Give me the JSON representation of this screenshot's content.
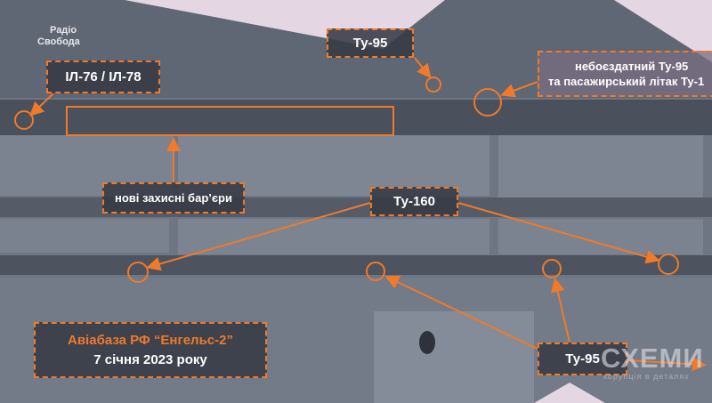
{
  "logo": {
    "line1": "Радіо",
    "line2": "Свобода"
  },
  "watermark": {
    "name": "СХЕМИ",
    "tagline": "корупція в деталях"
  },
  "labels": {
    "il": "ІЛ-76 / ІЛ-78",
    "tu95_top": "Ту-95",
    "broken_line1": "небоєздатний Ту-95",
    "broken_line2": "та пасажирський літак Ту-1",
    "barriers": "нові захисні бар’єри",
    "tu160": "Ту-160",
    "tu95_bottom": "Ту-95"
  },
  "title": {
    "line1": "Авіабаза РФ “Енгельс-2”",
    "line2": "7 січня 2023 року"
  },
  "colors": {
    "accent": "#f07a2a",
    "title": "#f07a2a",
    "pink": "#e4d6e2"
  }
}
